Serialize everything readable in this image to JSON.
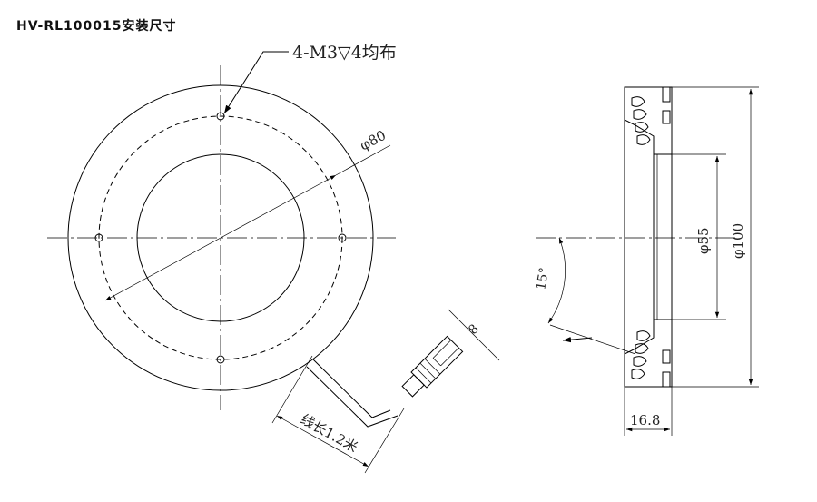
{
  "title": "HV-RL100015安装尺寸",
  "labels": {
    "holes": "4-M3▽4均布",
    "outer_dia_front": "φ80",
    "cable_len": "线长1.2米",
    "cable_dia": "8",
    "angle": "15°",
    "inner_dia": "φ55",
    "outer_dia": "φ100",
    "thickness": "16.8"
  }
}
